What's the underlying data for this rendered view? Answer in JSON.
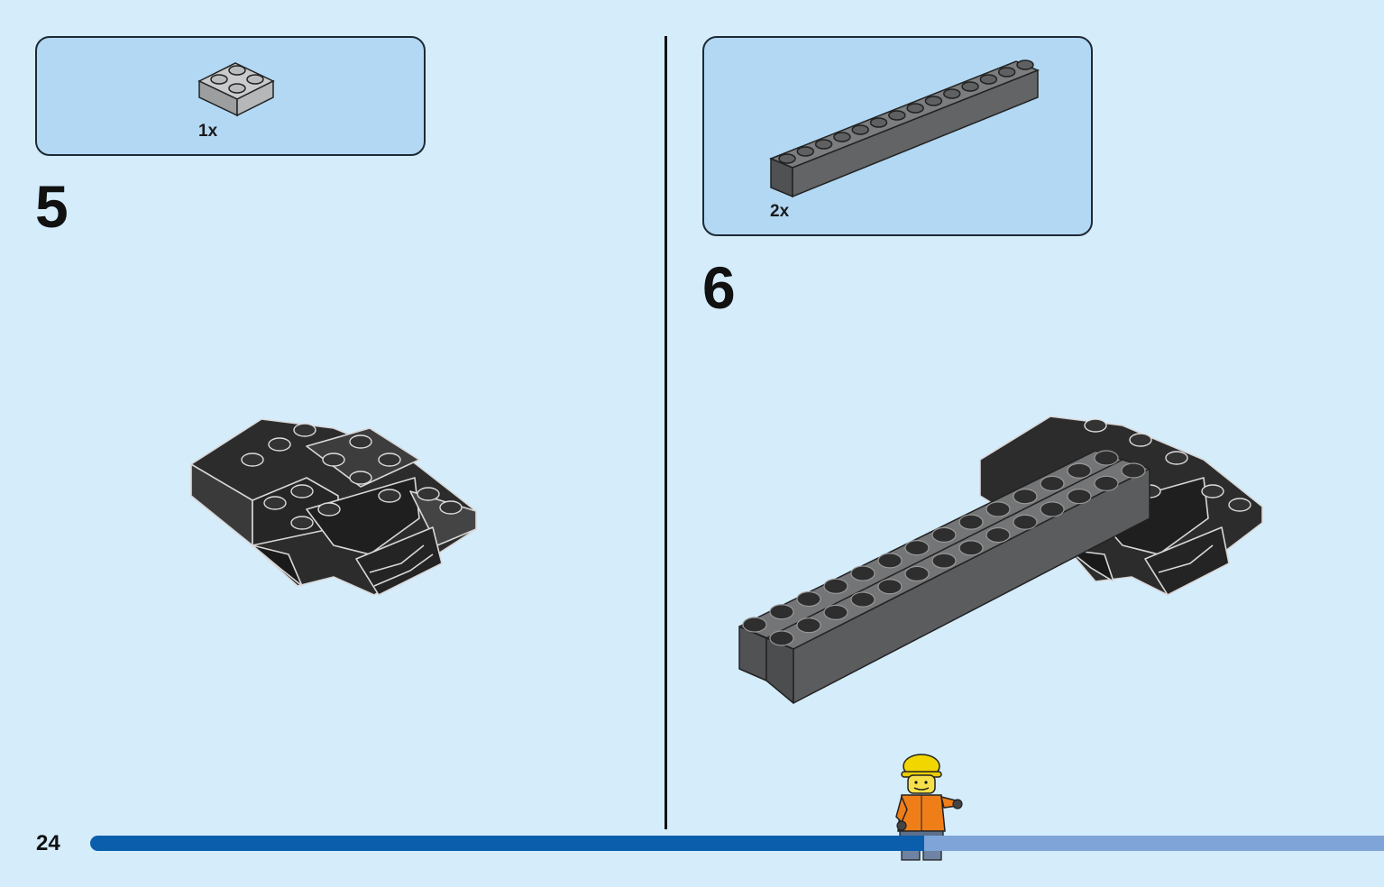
{
  "page": {
    "number": "24"
  },
  "steps": [
    {
      "number": "5",
      "parts": [
        {
          "quantity": "1x",
          "part_color": "#a3a6a8"
        }
      ]
    },
    {
      "number": "6",
      "parts": [
        {
          "quantity": "2x",
          "part_color": "#6c6e70"
        }
      ]
    }
  ],
  "progress": {
    "fraction": 0.6,
    "done_color": "#0a5eab",
    "rest_color": "#7fa5d8"
  },
  "colors": {
    "background": "#d5ecfb",
    "parts_box": "#b2d8f3",
    "brick_dark": "#2f2f2f",
    "brick_gray": "#5b5d5f"
  },
  "icons": [
    "plate-2x2-icon",
    "brick-1x14-icon",
    "train-bogie-assembly",
    "minifigure-worker-icon"
  ]
}
